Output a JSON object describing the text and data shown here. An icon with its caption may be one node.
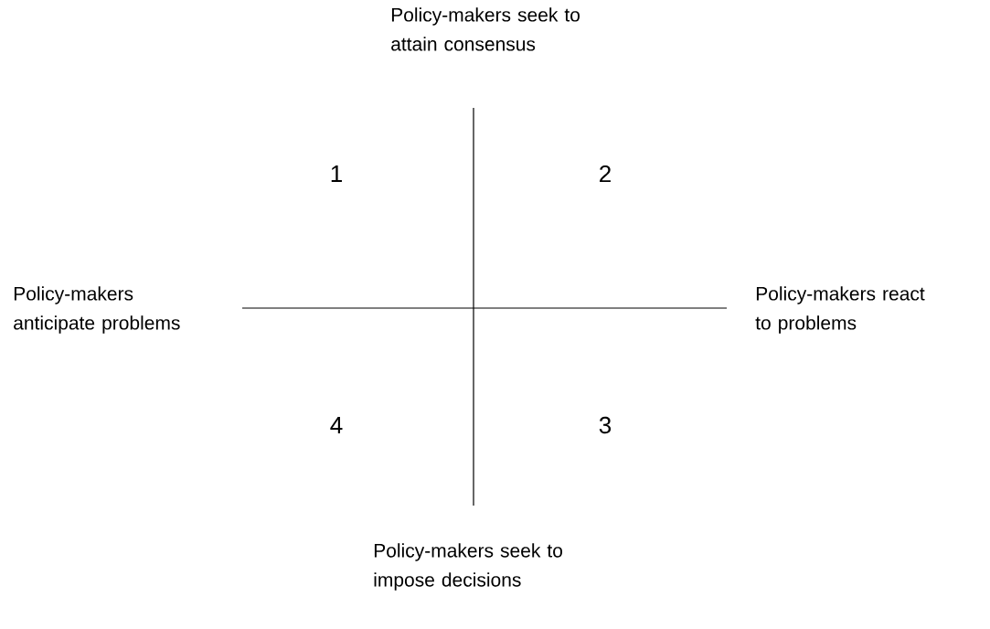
{
  "diagram": {
    "labels": [
      "Policy-makers seek to attain consensus",
      "1",
      "2",
      "Policy-makers anticipate problems",
      "Policy-makers react to problems",
      "4",
      "3",
      "Policy-makers seek to impose decisions"
    ]
  }
}
